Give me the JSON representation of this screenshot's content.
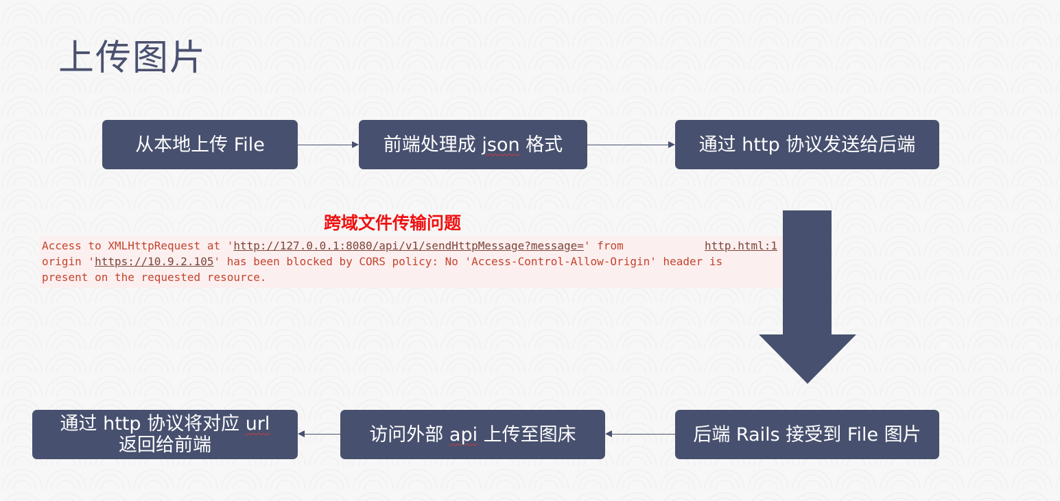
{
  "title": "上传图片",
  "flow": {
    "step1": "从本地上传 File",
    "step2_a": "前端处理成 ",
    "step2_b": "json",
    "step2_c": " 格式",
    "step3": "通过 http 协议发送给后端",
    "step4": "后端 Rails 接受到 File 图片",
    "step5_a": "访问外部 ",
    "step5_b": "api",
    "step5_c": " 上传至图床",
    "step6_line1_a": "通过 http 协议将对应 ",
    "step6_line1_b": "url",
    "step6_line2": "返回给前端"
  },
  "cors": {
    "title": "跨域文件传输问题",
    "line1_a": "Access to XMLHttpRequest at '",
    "line1_link": "http://127.0.0.1:8080/api/v1/sendHttpMessage?message=",
    "line1_b": "' from",
    "line1_right": "http.html:1",
    "line2_a": "origin '",
    "line2_link": "https://10.9.2.105",
    "line2_b": "' has been blocked by CORS policy: No 'Access-Control-Allow-Origin' header is",
    "line3": "present on the requested resource."
  },
  "colors": {
    "box": "#47506e",
    "title": "#4a5070",
    "error_text": "#c2442e",
    "cors_title": "#ee1111"
  }
}
